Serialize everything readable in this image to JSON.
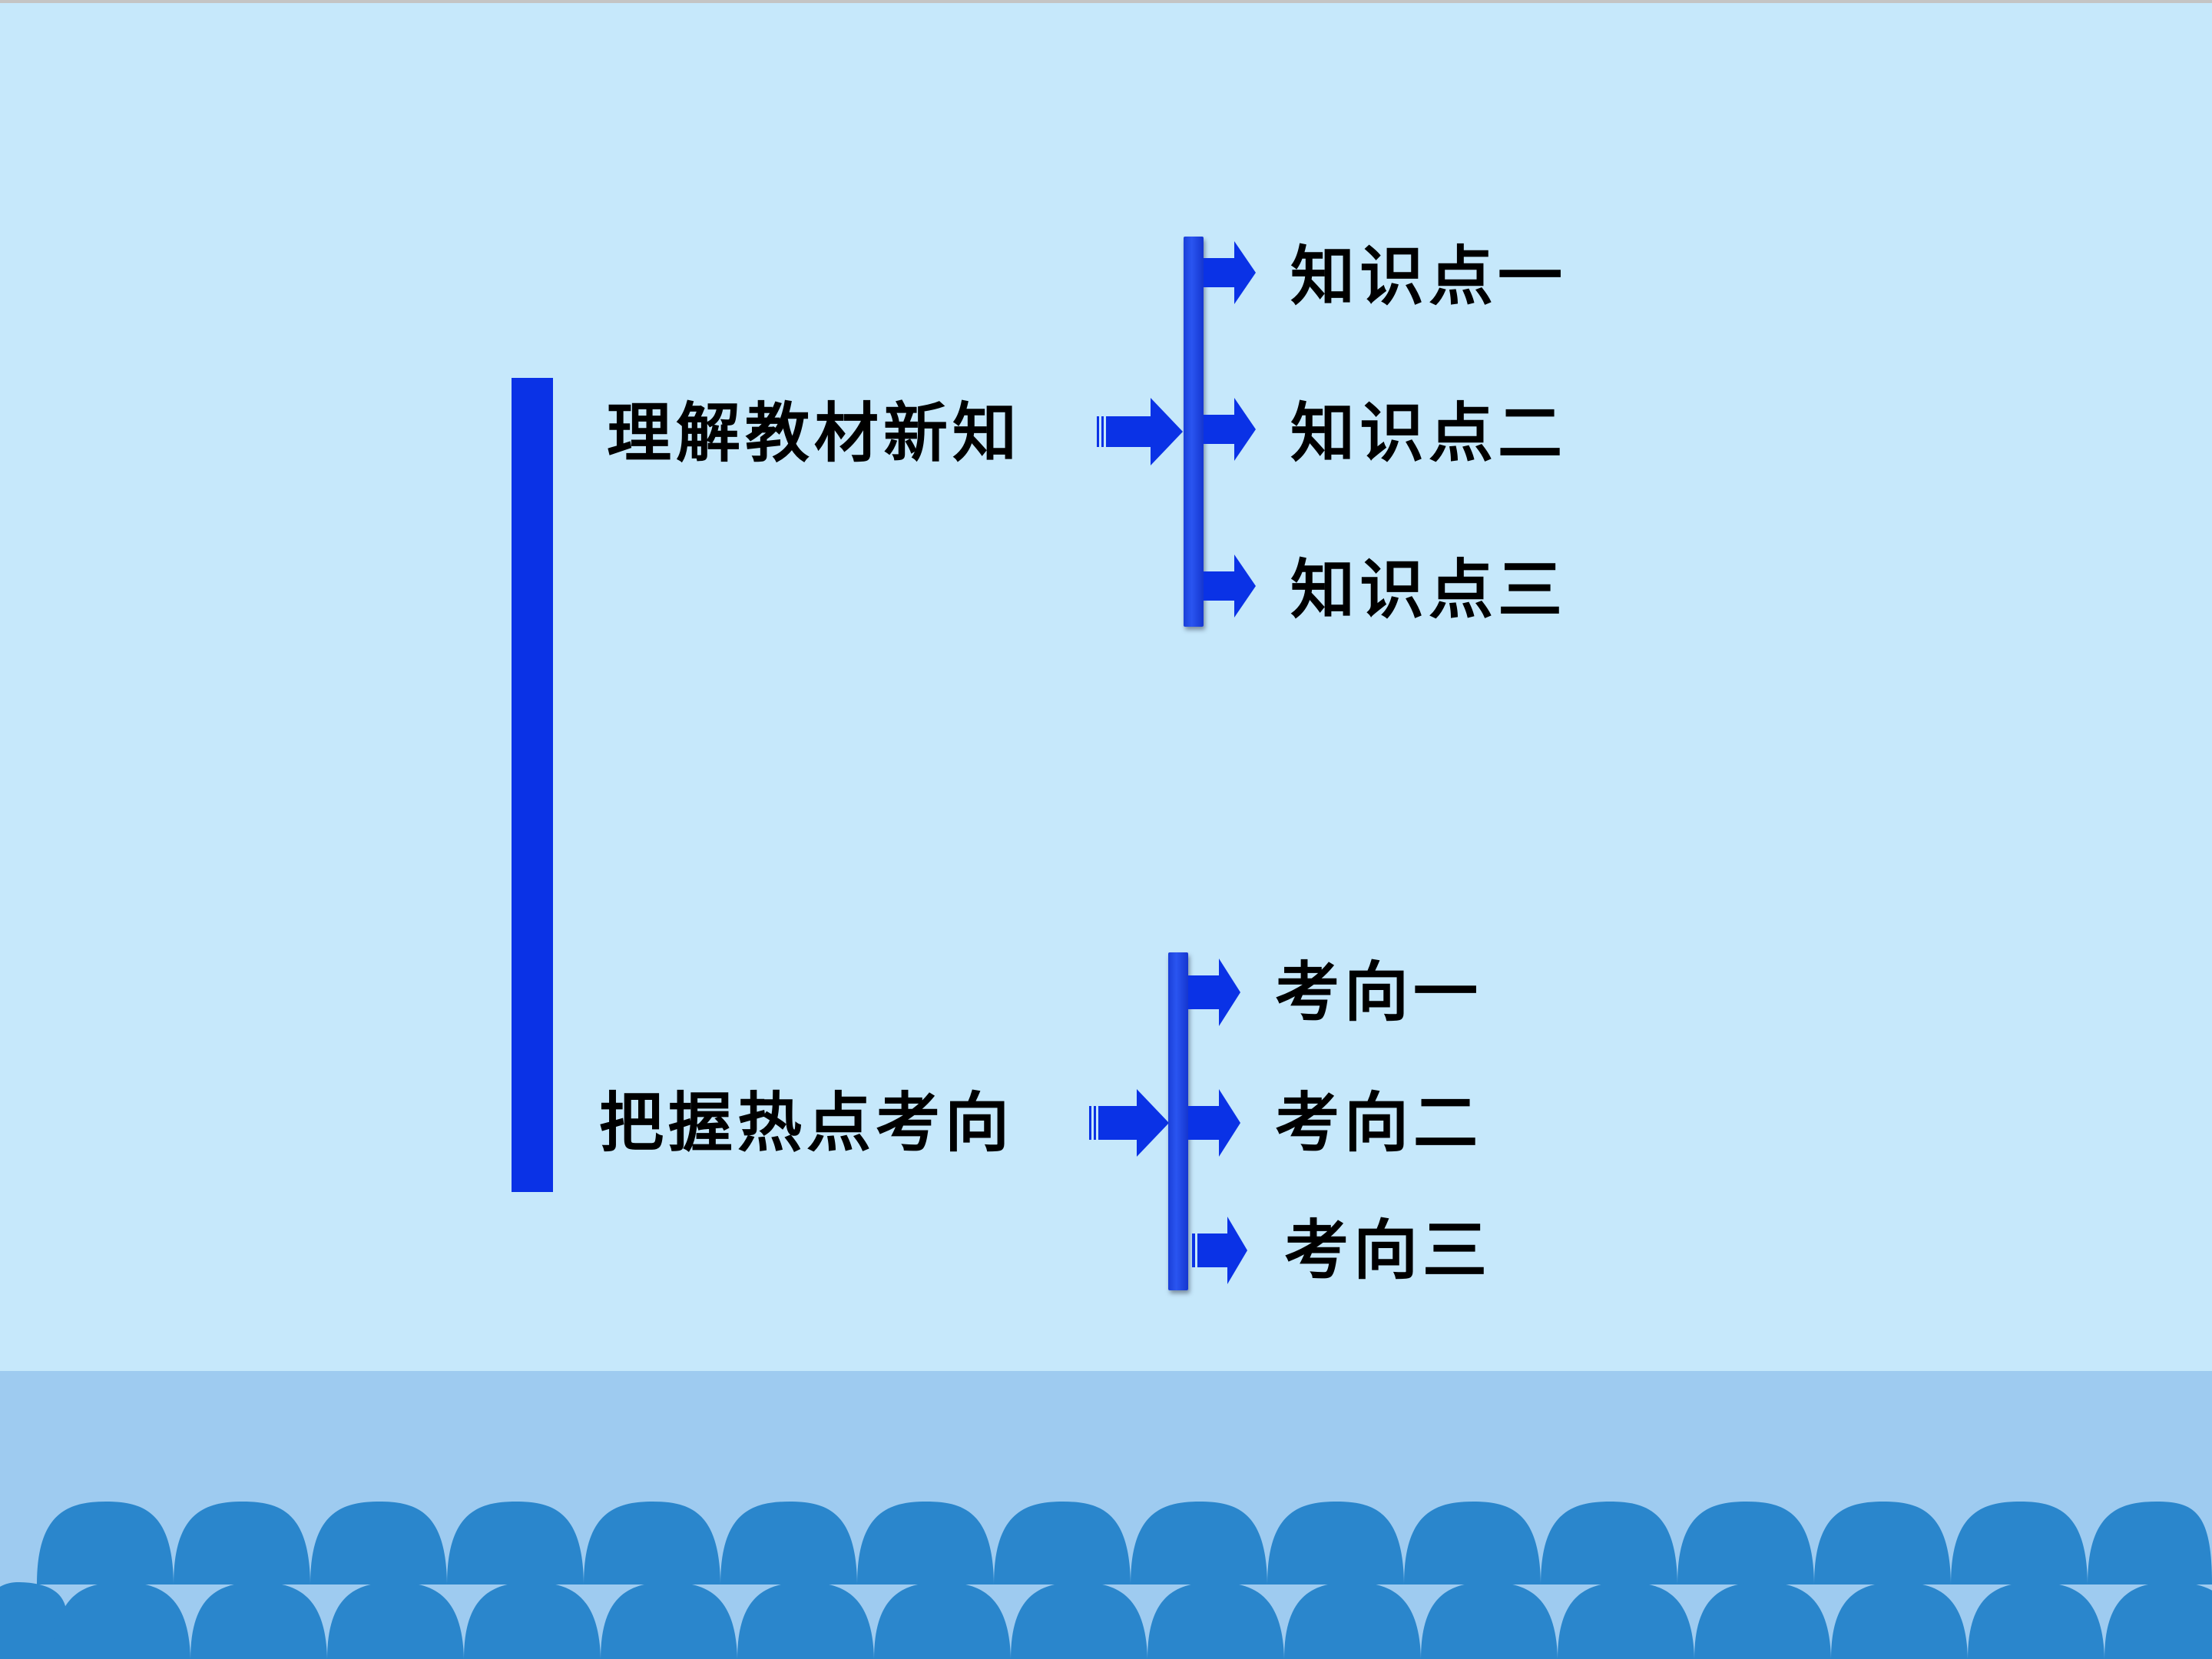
{
  "colors": {
    "background": "#C6E8FB",
    "band": "#9ECBF0",
    "domes": "#2A86CC",
    "accent_blue": "#0A32E6",
    "text": "#000000"
  },
  "diagram": {
    "groups": [
      {
        "title": "理解教材新知",
        "items": [
          "知识点一",
          "知识点二",
          "知识点三"
        ]
      },
      {
        "title": "把握热点考向",
        "items": [
          "考向一",
          "考向二",
          "考向三"
        ]
      }
    ]
  }
}
